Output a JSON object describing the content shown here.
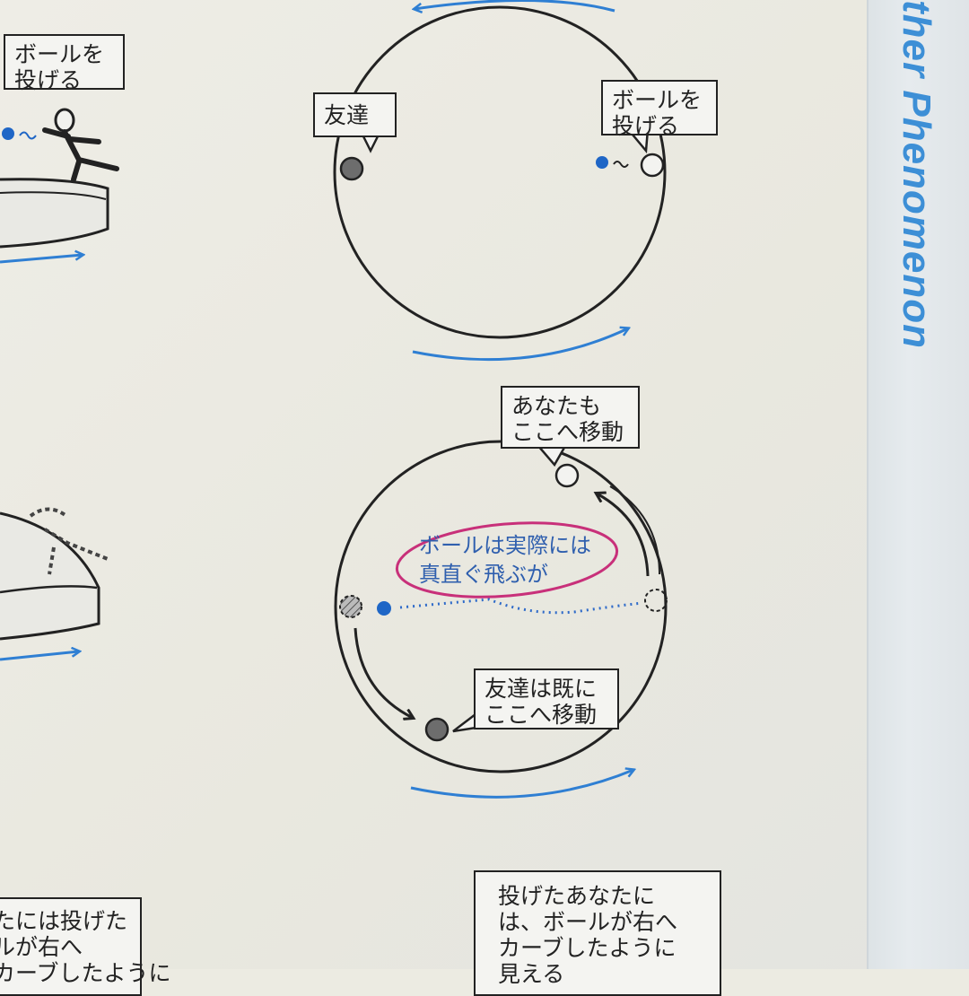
{
  "side_band": {
    "title": "ther Phenomenon"
  },
  "left_top_callout": {
    "text": "ボールを\n投げる"
  },
  "top_diagram": {
    "friend_callout": "友達",
    "thrower_callout": "ボールを\n投げる"
  },
  "bottom_diagram": {
    "you_callout": "あなたも\nここへ移動",
    "note": "ボールは実際には\n真直ぐ飛ぶが",
    "friend_callout": "友達は既に\nここへ移動"
  },
  "bottom_caption": {
    "text": "投げたあなたに\nは、ボールが右へ\nカーブしたように\n見える"
  },
  "left_bottom_caption": {
    "text": "たには投げた\nルが右へ\nカーブしたように"
  },
  "colors": {
    "accent_blue": "#2f7fd3",
    "ball_blue": "#1f66c6",
    "highlight_magenta": "#c8307a",
    "ink": "#222222"
  }
}
